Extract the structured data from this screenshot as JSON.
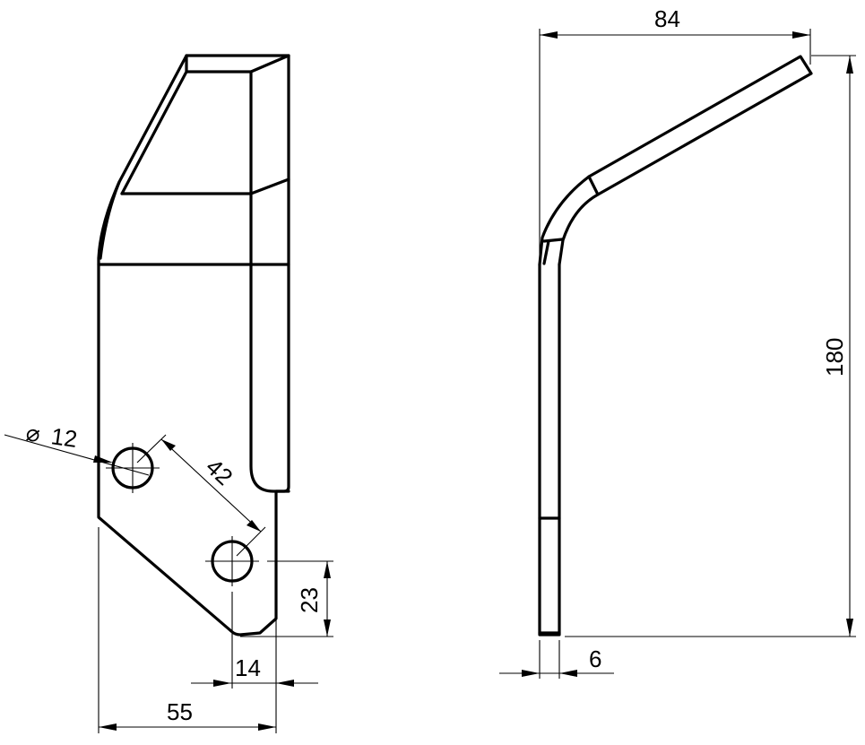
{
  "drawing": {
    "type": "technical-drawing",
    "views": [
      "front-view",
      "side-view"
    ],
    "line_color": "#000000",
    "background": "#ffffff"
  },
  "dimensions": {
    "hole_diameter": {
      "symbol": "⌀",
      "value": "12"
    },
    "hole_spacing": "42",
    "hole_height_from_tip": "23",
    "hole_offset_from_edge": "14",
    "front_width": "55",
    "side_width": "84",
    "side_height": "180",
    "thickness": "6"
  }
}
